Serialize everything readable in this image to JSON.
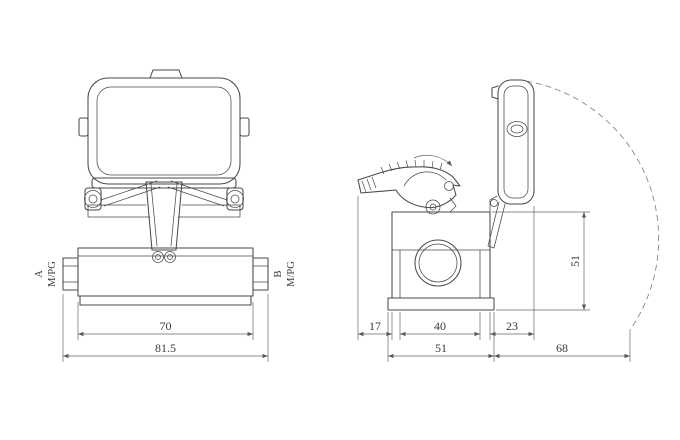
{
  "drawing": {
    "type": "technical-drawing-connector-housing",
    "colors": {
      "line": "#4a4a4a",
      "dimension": "#686868",
      "background": "#ffffff"
    },
    "front_view": {
      "port_a": {
        "letter": "A",
        "thread": "M/PG"
      },
      "port_b": {
        "letter": "B",
        "thread": "M/PG"
      },
      "dims": {
        "inner_width": "70",
        "overall_width": "81.5"
      }
    },
    "side_view": {
      "dims": {
        "lever_overhang": "17",
        "opening_width": "40",
        "cover_offset": "23",
        "base_width": "51",
        "swing_clearance": "68",
        "housing_height": "51"
      }
    }
  }
}
